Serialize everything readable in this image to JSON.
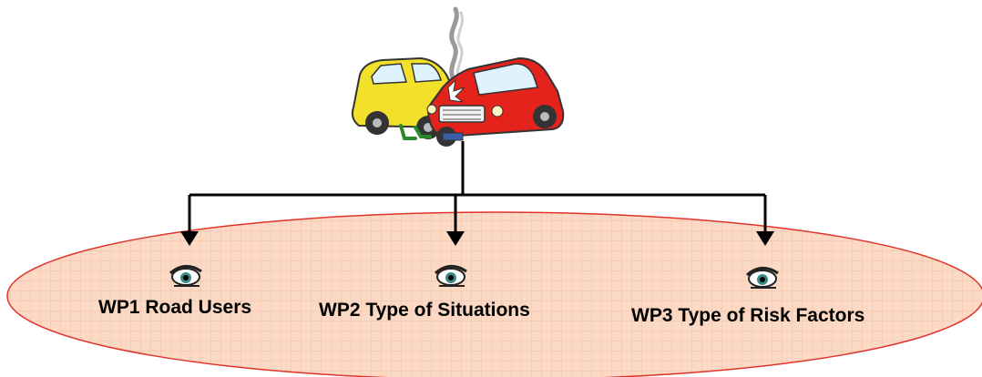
{
  "colors": {
    "ellipse_fill": "#fbd9c4",
    "ellipse_grid": "#f3bfa3",
    "ellipse_stroke": "#e0332a",
    "connector": "#000000",
    "car_yellow": "#f3e02a",
    "car_red": "#e3231c"
  },
  "illustration": {
    "icon": "car-crash-icon"
  },
  "work_packages": [
    {
      "label": "WP1 Road Users",
      "icon": "eye-icon"
    },
    {
      "label": "WP2 Type of Situations",
      "icon": "eye-icon"
    },
    {
      "label": "WP3 Type of Risk Factors",
      "icon": "eye-icon"
    }
  ]
}
